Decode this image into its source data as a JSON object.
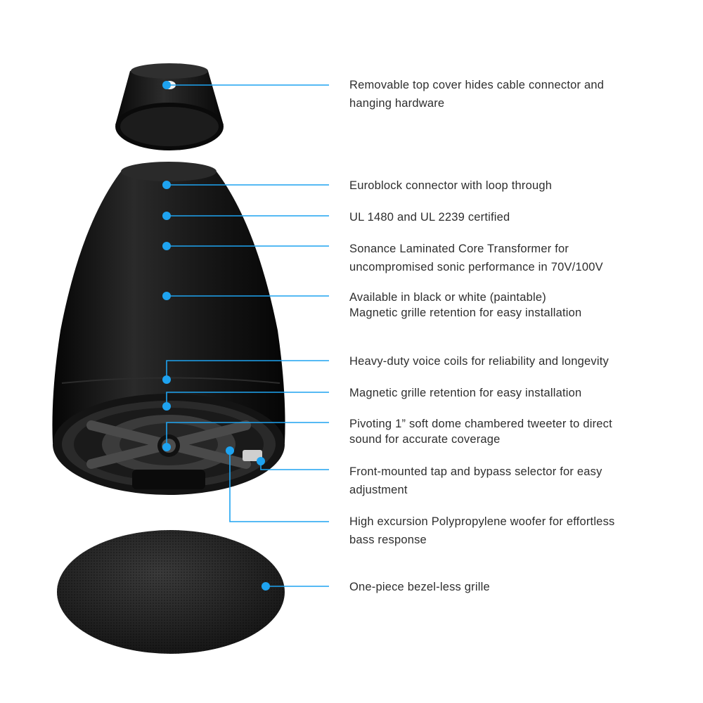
{
  "colors": {
    "accent": "#1ea3f0",
    "speaker_body": "#111111",
    "background": "#ffffff",
    "text": "#2e2e2e"
  },
  "callouts": [
    {
      "id": "top-cover",
      "lines": [
        "Removable top cover hides cable connector and",
        "hanging hardware"
      ]
    },
    {
      "id": "euroblock",
      "lines": [
        "Euroblock connector with loop through"
      ]
    },
    {
      "id": "ul-certified",
      "lines": [
        "UL 1480 and UL 2239 certified"
      ]
    },
    {
      "id": "transformer",
      "lines": [
        "Sonance Laminated Core Transformer for",
        "uncompromised sonic performance  in 70V/100V"
      ]
    },
    {
      "id": "finish-options",
      "lines": [
        "Available in black or white (paintable)",
        "Magnetic grille retention for easy installation"
      ]
    },
    {
      "id": "voice-coils",
      "lines": [
        "Heavy-duty voice coils for reliability and longevity"
      ]
    },
    {
      "id": "grille-retention",
      "lines": [
        "Magnetic grille retention for easy installation"
      ]
    },
    {
      "id": "tweeter",
      "lines": [
        "Pivoting 1” soft dome chambered tweeter to direct",
        "sound for accurate coverage"
      ]
    },
    {
      "id": "tap-selector",
      "lines": [
        "Front-mounted tap and bypass selector for easy",
        "adjustment"
      ]
    },
    {
      "id": "woofer",
      "lines": [
        "High excursion Polypropylene woofer for effortless",
        "bass response"
      ]
    },
    {
      "id": "grille",
      "lines": [
        "One-piece bezel-less grille"
      ]
    }
  ]
}
